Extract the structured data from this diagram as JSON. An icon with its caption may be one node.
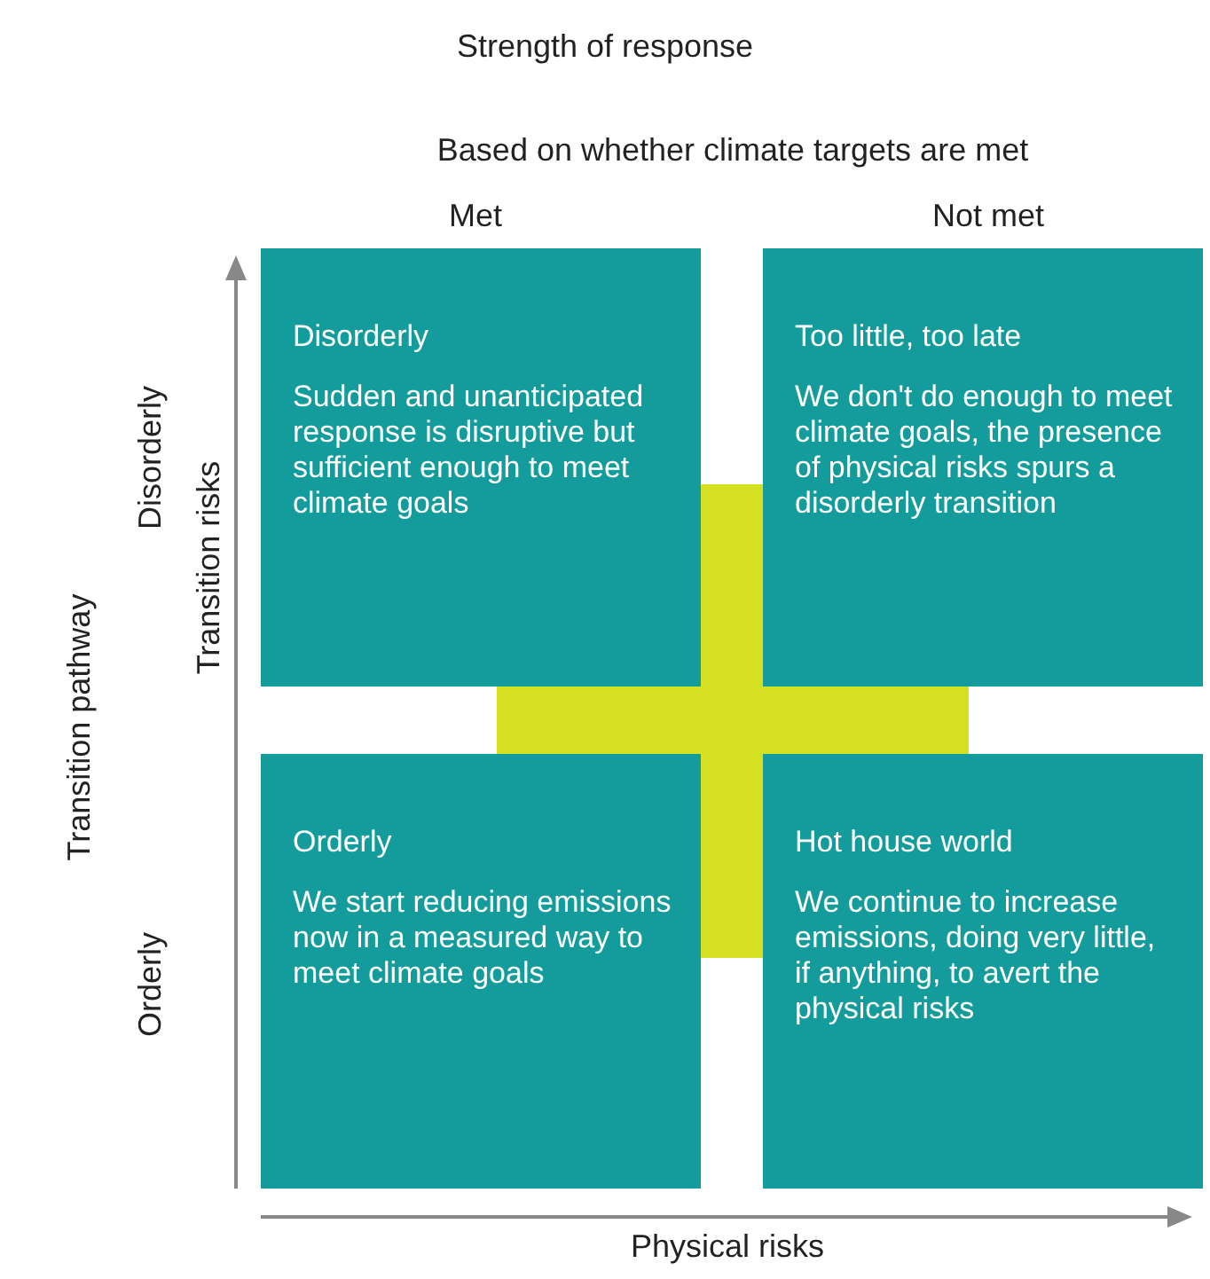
{
  "diagram": {
    "title": "Strength of response",
    "nodes": [
      {
        "text": [
          "Disorderly",
          "Sudden and unanticipated response is disruptive but sufficient enough to meet climate goals"
        ]
      },
      {
        "text": [
          "Too little, too late",
          "We don't do enough to meet climate goals, the presence of physical risks spurs a disorderly transition"
        ]
      },
      {
        "text": [
          "Orderly",
          "We start reducing emissions now in a measured way to meet climate goals"
        ]
      },
      {
        "text": [
          "Hot house world",
          "We continue to increase emissions, doing very little, if anything, to avert the physical risks"
        ]
      }
    ],
    "labels": [
      "Based on whether climate targets are met",
      "Met",
      "Not met",
      "Transition pathway",
      "Disorderly",
      "Orderly",
      "Transition risks",
      "Physical risks"
    ]
  }
}
